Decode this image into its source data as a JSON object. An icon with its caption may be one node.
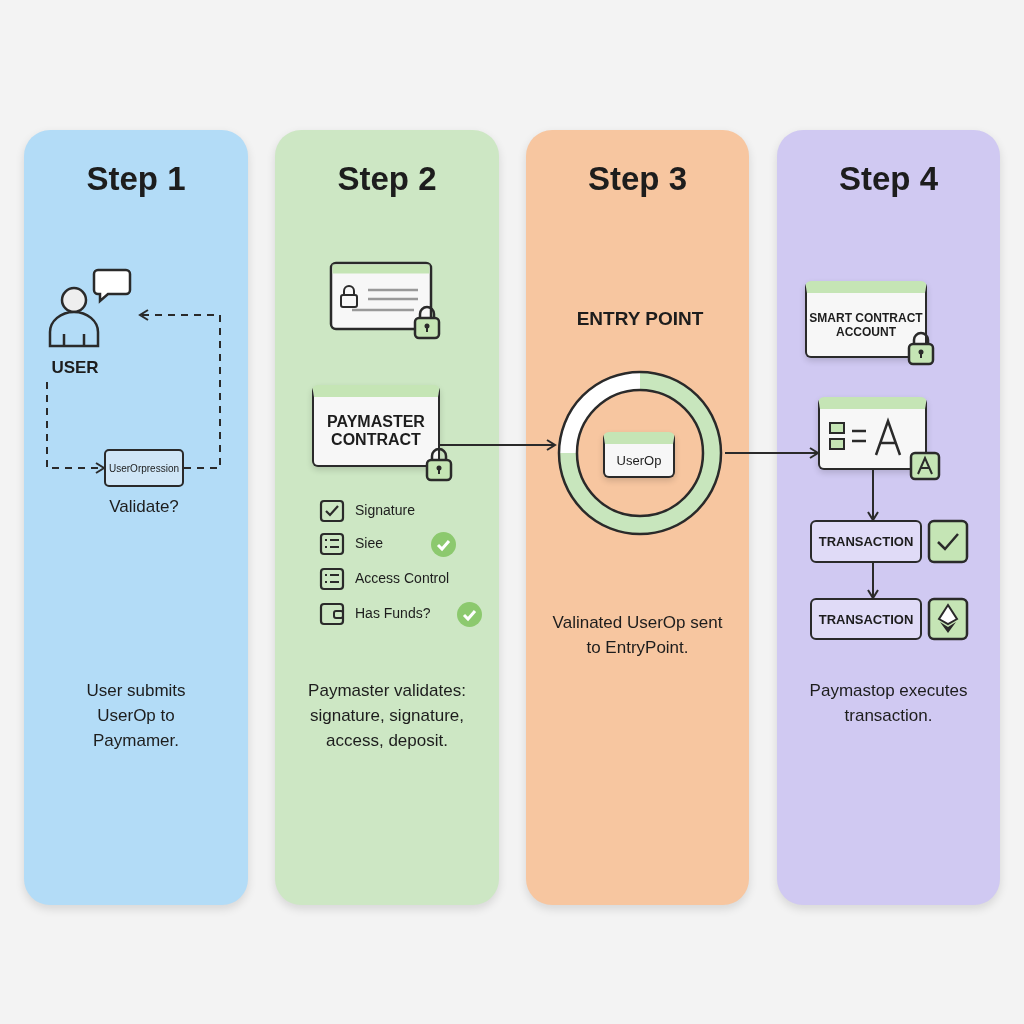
{
  "diagram": {
    "nodes": [
      {
        "text": [
          "Step 1",
          "User submits UserOp to Paymamer."
        ]
      },
      {
        "text": [
          "USER"
        ],
        "in": 0
      },
      {
        "text": [
          "UserOrpression"
        ],
        "in": 0,
        "beside": [
          "Validate?"
        ]
      },
      {
        "text": [
          "Step 2",
          "Paymaster validates: signature, signature, access, deposit."
        ]
      },
      {
        "text": [
          "PAYMASTER CONTRACT"
        ],
        "in": 3
      },
      {
        "text": [
          "Step 3",
          "Valinated UserOp sent to EntryPoint."
        ]
      },
      {
        "text": [
          "ENTRY POINT"
        ],
        "in": 5
      },
      {
        "text": [
          "UserOp"
        ],
        "in": 6
      },
      {
        "text": [
          "Step 4",
          "Paymastop executes transaction."
        ]
      },
      {
        "text": [
          "SMART CONTRACT ACCOUNT"
        ],
        "in": 8
      },
      {
        "text": [],
        "shape": "box",
        "in": 8
      },
      {
        "text": [
          "TRANSACTION"
        ],
        "in": 8
      },
      {
        "text": [
          "TRANSACTION"
        ],
        "in": 8
      }
    ],
    "edges": [
      {
        "from": 1,
        "to": 2,
        "arrow": "to",
        "style": "dashed"
      },
      {
        "from": 2,
        "to": 1,
        "arrow": "to",
        "style": "dashed"
      },
      {
        "from": 4,
        "to": 6,
        "arrow": "to"
      },
      {
        "from": 6,
        "to": 10,
        "arrow": "to"
      },
      {
        "from": 10,
        "to": 11,
        "arrow": "to"
      },
      {
        "from": 11,
        "to": 12,
        "arrow": "to"
      }
    ],
    "labels": [
      "Signature",
      "Siee",
      "Access Control",
      "Has Funds?"
    ]
  }
}
